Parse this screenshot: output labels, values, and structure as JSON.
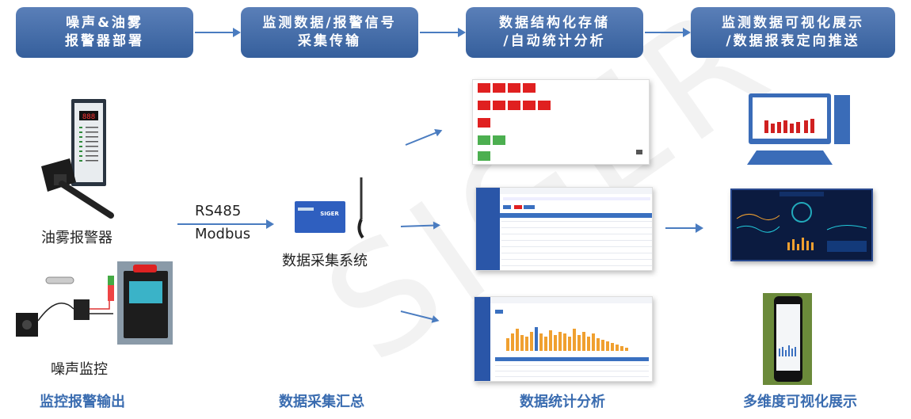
{
  "stages": [
    {
      "line1": "噪声&油雾",
      "line2": "报警器部署"
    },
    {
      "line1": "监测数据/报警信号",
      "line2": "采集传输"
    },
    {
      "line1": "数据结构化存储",
      "line2": "/自动统计分析"
    },
    {
      "line1": "监测数据可视化展示",
      "line2": "/数据报表定向推送"
    }
  ],
  "captions": {
    "oil_mist": "油雾报警器",
    "noise": "噪声监控",
    "protocol_line1": "RS485",
    "protocol_line2": "Modbus",
    "collector": "数据采集系统"
  },
  "bottom_labels": {
    "col1": "监控报警输出",
    "col2": "数据采集汇总",
    "col3": "数据统计分析",
    "col4": "多维度可视化展示"
  },
  "device": {
    "brand": "SIGER",
    "display_value": "888"
  },
  "watermark": "SIGER",
  "colors": {
    "stage": "#355f9c",
    "arrow": "#4a7cc0",
    "bottom_text": "#3a6cb0",
    "alarm_red": "#e02020",
    "ok_green": "#4caf50",
    "bar_orange": "#f0a030",
    "bar_blue": "#3a70c0"
  }
}
